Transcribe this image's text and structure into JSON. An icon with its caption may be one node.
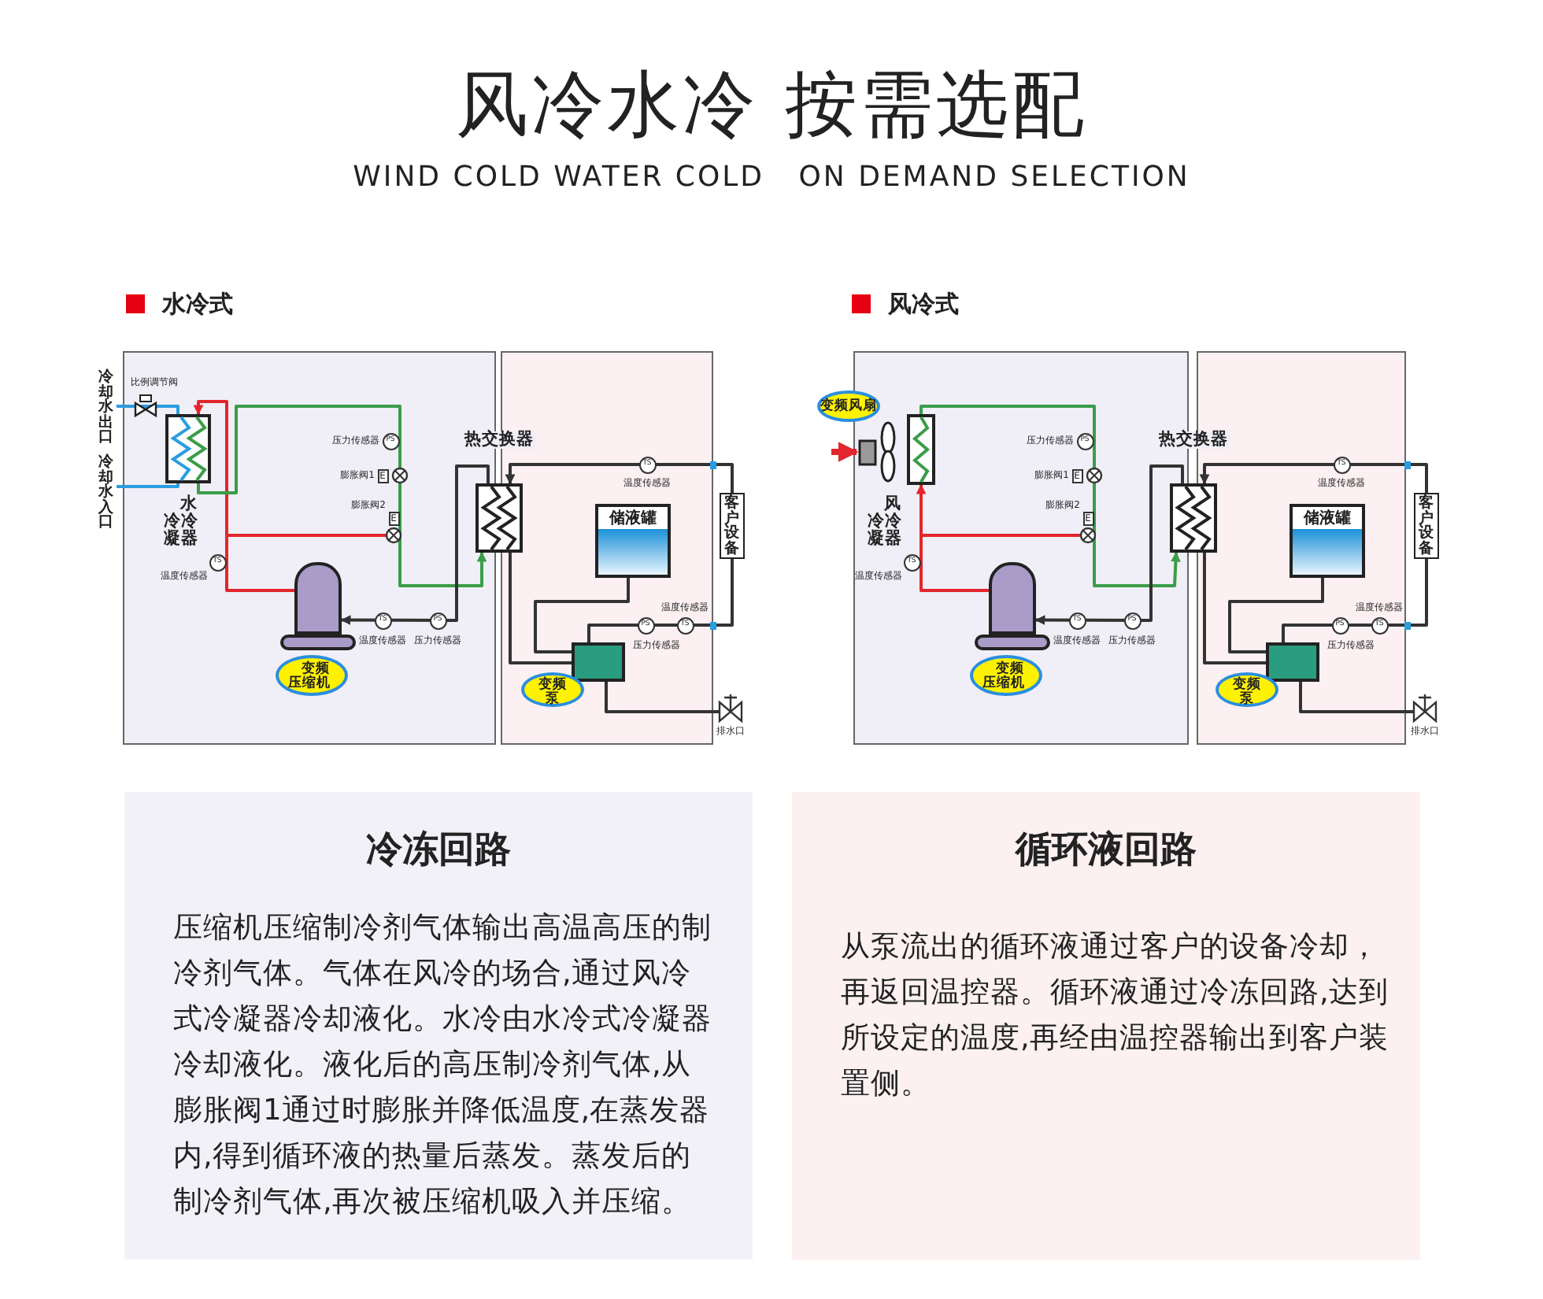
{
  "diagram": {
    "title": "风冷水冷 按需选配",
    "nodes": [
      {
        "text": [],
        "shape": "box",
        "beside": [
          "水冷冷凝器"
        ]
      },
      {
        "text": [],
        "shape": "cylinder"
      },
      {
        "text": [
          "变频压缩机"
        ]
      },
      {
        "text": [],
        "shape": "box",
        "beside": [
          "热交换器"
        ]
      },
      {
        "text": [
          "储液罐"
        ]
      },
      {
        "text": [
          "客户设备"
        ]
      },
      {
        "text": [],
        "shape": "box"
      },
      {
        "text": [
          "变频泵"
        ]
      },
      {
        "text": [
          "冷却水出口"
        ]
      },
      {
        "text": [
          "冷却水入口"
        ]
      },
      {
        "text": [],
        "shape": "box",
        "beside": [
          "风冷冷凝器"
        ]
      },
      {
        "text": [
          "变频风扇"
        ]
      },
      {
        "text": [],
        "shape": "cylinder"
      },
      {
        "text": [
          "变频压缩机"
        ]
      },
      {
        "text": [],
        "shape": "box",
        "beside": [
          "热交换器"
        ]
      },
      {
        "text": [
          "储液罐"
        ]
      },
      {
        "text": [
          "客户设备"
        ]
      },
      {
        "text": [],
        "shape": "box"
      },
      {
        "text": [
          "变频泵"
        ]
      },
      {
        "text": [
          "冷冻回路",
          "压缩机压缩制冷剂气体输出高温高压的制冷剂气体。气体在风冷的场合,通过风冷式冷凝器冷却液化。水冷由水冷式冷凝器冷却液化。液化后的高压制冷剂气体,从膨胀阀1通过时膨胀并降低温度,在蒸发器内,得到循环液的热量后蒸发。蒸发后的制冷剂气体,再次被压缩机吸入并压缩。"
        ]
      },
      {
        "text": [
          "循环液回路",
          "从泵流出的循环液通过客户的设备冷却，再返回温控器。循环液通过冷冻回路,达到所设定的温度,再经由温控器输出到客户装置侧。"
        ]
      },
      {
        "text": [],
        "shape": "valve",
        "beside": [
          "排水口"
        ]
      },
      {
        "text": [],
        "shape": "valve",
        "beside": [
          "排水口"
        ]
      },
      {
        "text": [],
        "shape": "fan"
      }
    ],
    "edges": [
      {
        "from": 1,
        "to": 0,
        "arrow": "to",
        "color": "#e3262b"
      },
      {
        "from": 0,
        "to": 3,
        "arrow": "to",
        "color": "#3a9d48"
      },
      {
        "from": 3,
        "to": 1,
        "arrow": "to"
      },
      {
        "from": 5,
        "to": 3,
        "arrow": "to"
      },
      {
        "from": 3,
        "to": 6,
        "arrow": "none"
      },
      {
        "from": 4,
        "to": 6,
        "arrow": "none"
      },
      {
        "from": 6,
        "to": 5,
        "arrow": "none"
      },
      {
        "from": 0,
        "to": 8,
        "arrow": "none",
        "color": "#2a9de0"
      },
      {
        "from": 9,
        "to": 0,
        "arrow": "none",
        "color": "#2a9de0"
      },
      {
        "from": 12,
        "to": 10,
        "arrow": "to",
        "color": "#e3262b"
      },
      {
        "from": 10,
        "to": 14,
        "arrow": "to",
        "color": "#3a9d48"
      },
      {
        "from": 14,
        "to": 12,
        "arrow": "to"
      },
      {
        "from": 16,
        "to": 14,
        "arrow": "to"
      },
      {
        "from": 14,
        "to": 17,
        "arrow": "none"
      },
      {
        "from": 15,
        "to": 17,
        "arrow": "none"
      },
      {
        "from": 17,
        "to": 16,
        "arrow": "none"
      },
      {
        "from": 6,
        "to": 21,
        "arrow": "none"
      },
      {
        "from": 17,
        "to": 22,
        "arrow": "none"
      },
      {
        "from": null,
        "to": 23,
        "arrow": "to",
        "style": "thick",
        "color": "#e3262b"
      }
    ],
    "labels": [
      "WIND COLD WATER COLD   ON DEMAND SELECTION",
      "水冷式",
      "风冷式",
      "比例调节阀",
      "压力传感器",
      "PS",
      "膨胀阀1",
      "E",
      "膨胀阀2",
      "E",
      "温度传感器",
      "TS",
      "温度传感器",
      "TS",
      "压力传感器",
      "PS",
      "温度传感器",
      "TS",
      "温度传感器",
      "TS",
      "压力传感器",
      "PS",
      "压力传感器",
      "PS",
      "膨胀阀1",
      "E",
      "膨胀阀2",
      "E",
      "温度传感器",
      "TS",
      "温度传感器",
      "TS",
      "压力传感器",
      "PS",
      "温度传感器",
      "TS",
      "温度传感器",
      "TS",
      "压力传感器",
      "PS"
    ]
  }
}
